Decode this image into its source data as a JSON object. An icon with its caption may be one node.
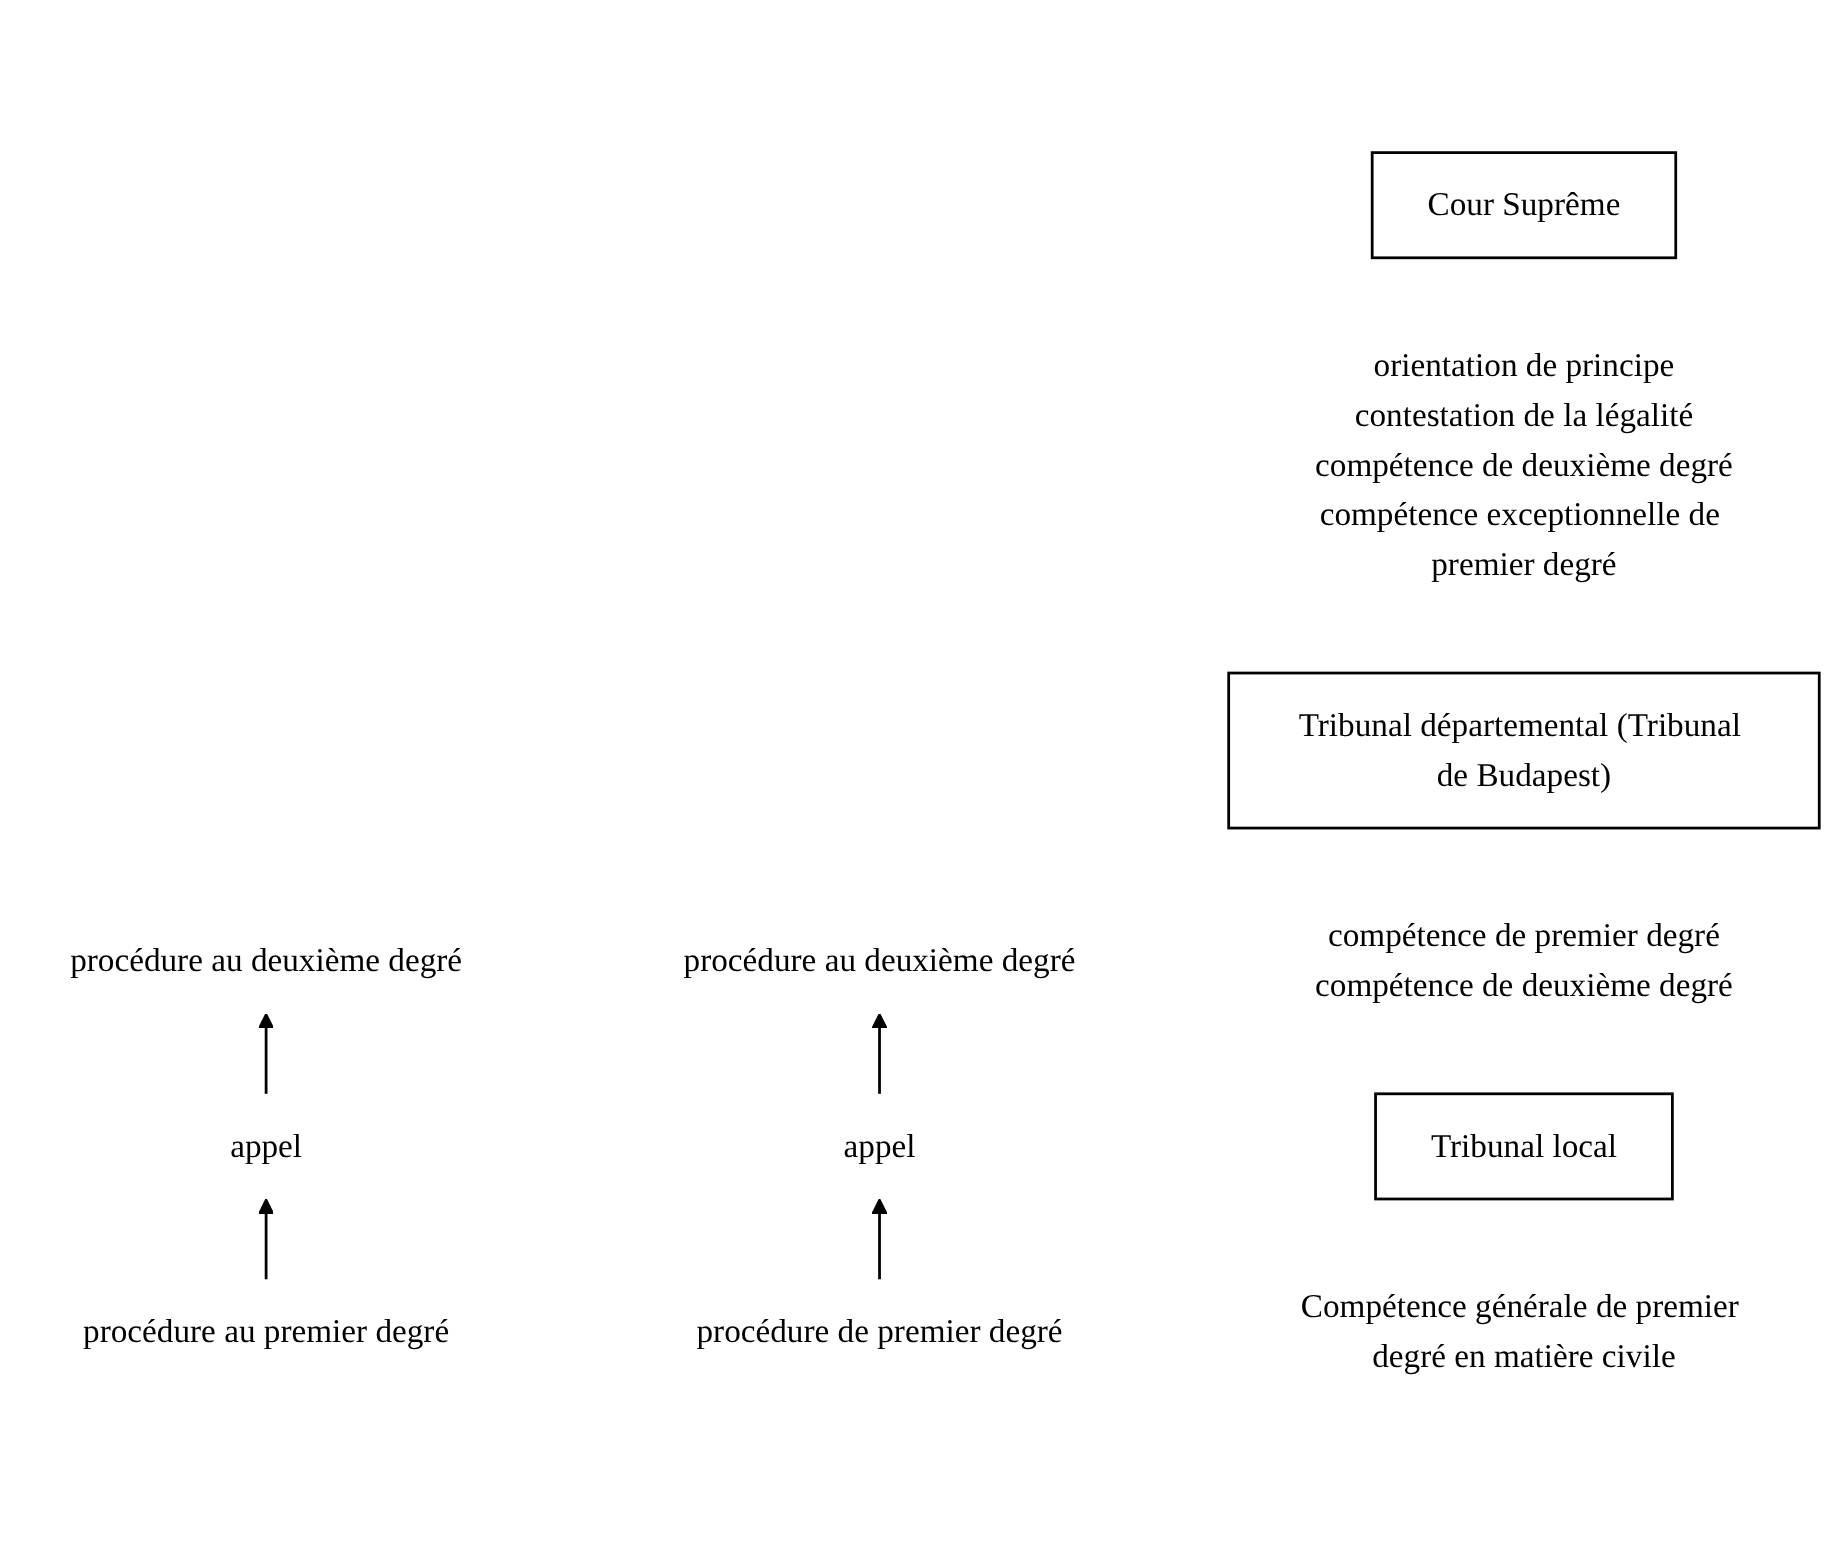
{
  "diagram": {
    "nodes": [
      {
        "text": [
          "Cour Suprême"
        ],
        "beside": [
          "orientation de principe",
          "contestation de la légalité",
          "compétence de deuxième degré",
          "compétence exceptionnelle de premier degré"
        ]
      },
      {
        "text": [
          "procédure au deuxième degré"
        ]
      },
      {
        "text": [
          "appel"
        ]
      },
      {
        "text": [
          "procédure au deuxième degré"
        ]
      },
      {
        "text": [
          "Tribunal départemental (Tribunal de Budapest)"
        ],
        "beside": [
          "compétence de premier degré",
          "compétence de deuxième degré"
        ]
      },
      {
        "text": [
          "procédure au premier degré"
        ]
      },
      {
        "text": [
          "appel"
        ]
      },
      {
        "text": [
          "procédure de premier degré"
        ]
      },
      {
        "text": [
          "Tribunal local"
        ],
        "beside": [
          "Compétence générale de premier degré en matière civile"
        ]
      }
    ],
    "edges": [
      {
        "from": 5,
        "to": 2,
        "arrow": "to"
      },
      {
        "from": 2,
        "to": 1,
        "arrow": "to"
      },
      {
        "from": 7,
        "to": 6,
        "arrow": "to"
      },
      {
        "from": 6,
        "to": 3,
        "arrow": "to"
      }
    ]
  }
}
